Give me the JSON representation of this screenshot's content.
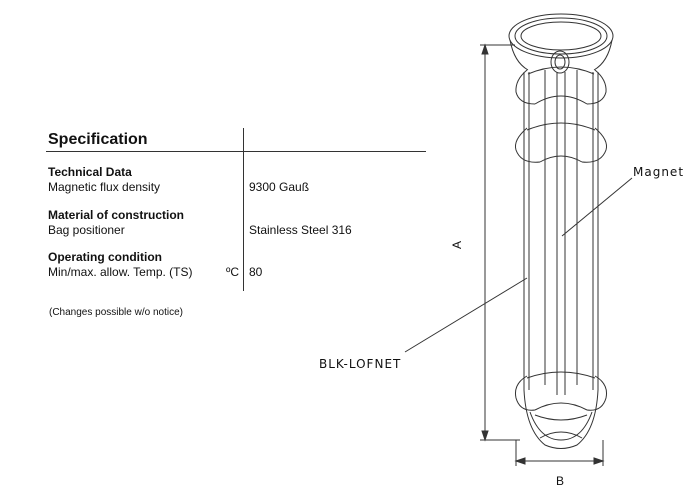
{
  "spec": {
    "title": "Specification",
    "sections": [
      {
        "heading": "Technical Data",
        "label": "Magnetic flux density",
        "unit": "",
        "value": "9300 Gauß"
      },
      {
        "heading": "Material of construction",
        "label": "Bag positioner",
        "unit": "",
        "value": "Stainless Steel 316"
      },
      {
        "heading": "Operating condition",
        "label": "Min/max. allow. Temp. (TS)",
        "unit": "ºC",
        "value": "80"
      }
    ],
    "note": "(Changes possible w/o notice)"
  },
  "drawing": {
    "label_magnet": "Magnet",
    "label_blk": "BLK-LOFNET",
    "dim_a": "A",
    "dim_b": "B"
  }
}
